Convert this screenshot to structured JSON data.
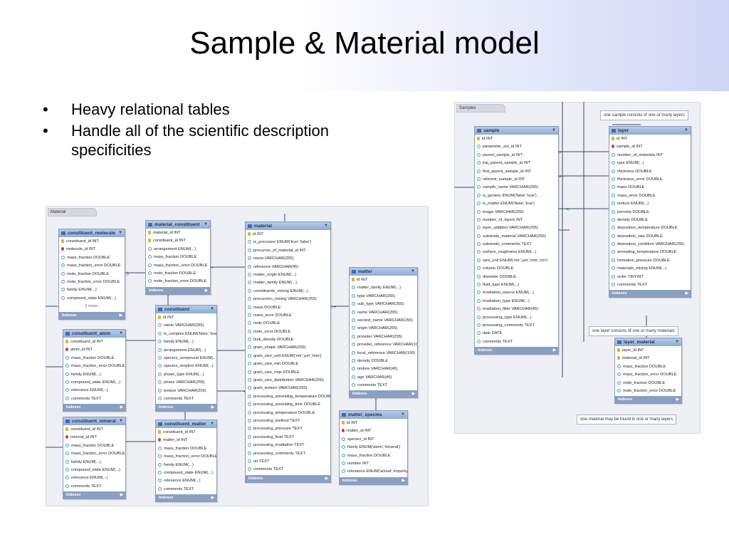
{
  "slide": {
    "title": "Sample & Material model",
    "bullets": [
      "Heavy relational tables",
      "Handle all of the scientific description specificities"
    ]
  },
  "material_diagram": {
    "pane_label": "Material",
    "tables": {
      "constituent_molecule": {
        "name": "constituent_molecule",
        "rows": [
          [
            "pk",
            "constituent_id INT"
          ],
          [
            "fk",
            "molecule_id INT"
          ],
          [
            "c",
            "mass_fraction DOUBLE"
          ],
          [
            "c",
            "mass_fraction_error DOUBLE"
          ],
          [
            "c",
            "mole_fraction DOUBLE"
          ],
          [
            "c",
            "mole_fraction_error DOUBLE"
          ],
          [
            "c",
            "family ENUM(...)"
          ],
          [
            "c",
            "compound_state ENUM(...)"
          ]
        ],
        "more": "2 more...",
        "footer": "Indexes"
      },
      "material_constituent": {
        "name": "material_constituent",
        "rows": [
          [
            "pk",
            "material_id INT"
          ],
          [
            "pk",
            "constituent_id INT"
          ],
          [
            "c",
            "arrangement ENUM(...)"
          ],
          [
            "c",
            "mass_fraction DOUBLE"
          ],
          [
            "c",
            "mass_fraction_error DOUBLE"
          ],
          [
            "c",
            "mole_fraction DOUBLE"
          ],
          [
            "c",
            "mole_fraction_error DOUBLE"
          ]
        ],
        "footer": "Indexes"
      },
      "material": {
        "name": "material",
        "rows": [
          [
            "pk",
            "id INT"
          ],
          [
            "c",
            "is_precursor ENUM('true','false')"
          ],
          [
            "c",
            "precursor_of_material_id INT"
          ],
          [
            "c",
            "name VARCHAR(255)"
          ],
          [
            "c",
            "reference VARCHAR(45)"
          ],
          [
            "c",
            "matter_origin ENUM(...)"
          ],
          [
            "c",
            "matter_family ENUM(...)"
          ],
          [
            "c",
            "constituents_mixing ENUM(...)"
          ],
          [
            "c",
            "precursors_mixing VARCHAR(255)"
          ],
          [
            "c",
            "mass DOUBLE"
          ],
          [
            "c",
            "mass_error DOUBLE"
          ],
          [
            "c",
            "mole DOUBLE"
          ],
          [
            "c",
            "mole_error DOUBLE"
          ],
          [
            "c",
            "bulk_density DOUBLE"
          ],
          [
            "c",
            "grain_shape VARCHAR(255)"
          ],
          [
            "c",
            "grain_size_unit ENUM('nm','µm','mm')"
          ],
          [
            "c",
            "grain_size_min DOUBLE"
          ],
          [
            "c",
            "grain_size_max DOUBLE"
          ],
          [
            "c",
            "grain_size_distribution VARCHAR(255)"
          ],
          [
            "c",
            "grain_texture VARCHAR(255)"
          ],
          [
            "c",
            "processing_annealing_temperature DOUBLE"
          ],
          [
            "c",
            "processing_annealing_time DOUBLE"
          ],
          [
            "c",
            "processing_temperature DOUBLE"
          ],
          [
            "c",
            "processing_method TEXT"
          ],
          [
            "c",
            "processing_pressure TEXT"
          ],
          [
            "c",
            "processing_fluid TEXT"
          ],
          [
            "c",
            "processing_irradiation TEXT"
          ],
          [
            "c",
            "processing_comments TEXT"
          ],
          [
            "c",
            "url TEXT"
          ],
          [
            "c",
            "comments TEXT"
          ]
        ],
        "footer": "Indexes"
      },
      "constituent": {
        "name": "constituent",
        "rows": [
          [
            "pk",
            "id INT"
          ],
          [
            "c",
            "name VARCHAR(255)"
          ],
          [
            "c",
            "is_complex ENUM('false','true')"
          ],
          [
            "c",
            "family ENUM(...)"
          ],
          [
            "c",
            "arrangement ENUM(...)"
          ],
          [
            "c",
            "species_compound ENUM(...)"
          ],
          [
            "c",
            "species_sorption ENUM(...)"
          ],
          [
            "c",
            "phase_type ENUM(...)"
          ],
          [
            "c",
            "phase VARCHAR(255)"
          ],
          [
            "c",
            "texture VARCHAR(255)"
          ],
          [
            "c",
            "comments TEXT"
          ]
        ],
        "footer": "Indexes"
      },
      "constituent_atom": {
        "name": "constituent_atom",
        "rows": [
          [
            "pk",
            "constituent_id INT"
          ],
          [
            "fk",
            "atom_id INT"
          ],
          [
            "c",
            "mass_fraction DOUBLE"
          ],
          [
            "c",
            "mass_fraction_error DOUBLE"
          ],
          [
            "c",
            "family ENUM(...)"
          ],
          [
            "c",
            "compound_state ENUM(...)"
          ],
          [
            "c",
            "relevance ENUM(...)"
          ],
          [
            "c",
            "comments TEXT"
          ]
        ],
        "footer": "Indexes"
      },
      "constituent_mineral": {
        "name": "constituent_mineral",
        "rows": [
          [
            "pk",
            "constituent_id INT"
          ],
          [
            "fk",
            "mineral_id INT"
          ],
          [
            "c",
            "mass_fraction DOUBLE"
          ],
          [
            "c",
            "mass_fraction_error DOUBLE"
          ],
          [
            "c",
            "family ENUM(...)"
          ],
          [
            "c",
            "compound_state ENUM(...)"
          ],
          [
            "c",
            "relevance ENUM(...)"
          ],
          [
            "c",
            "comments TEXT"
          ]
        ],
        "footer": "Indexes"
      },
      "constituent_matter": {
        "name": "constituent_matter",
        "rows": [
          [
            "pk",
            "constituent_id INT"
          ],
          [
            "fk",
            "matter_id INT"
          ],
          [
            "c",
            "mass_fraction DOUBLE"
          ],
          [
            "c",
            "mass_fraction_error DOUBLE"
          ],
          [
            "c",
            "family ENUM(...)"
          ],
          [
            "c",
            "compound_state ENUM(...)"
          ],
          [
            "c",
            "relevance ENUM(...)"
          ],
          [
            "c",
            "comments TEXT"
          ]
        ],
        "footer": "Indexes"
      },
      "matter": {
        "name": "matter",
        "rows": [
          [
            "pk",
            "id INT"
          ],
          [
            "c",
            "matter_family ENUM(...)"
          ],
          [
            "c",
            "type VARCHAR(255)"
          ],
          [
            "c",
            "sub_type VARCHAR(255)"
          ],
          [
            "c",
            "name VARCHAR(255)"
          ],
          [
            "c",
            "second_name VARCHAR(255)"
          ],
          [
            "c",
            "origin VARCHAR(255)"
          ],
          [
            "c",
            "provider VARCHAR(255)"
          ],
          [
            "c",
            "provider_reference VARCHAR(100)"
          ],
          [
            "c",
            "local_reference VARCHAR(100)"
          ],
          [
            "c",
            "density DOUBLE"
          ],
          [
            "c",
            "texture VARCHAR(45)"
          ],
          [
            "c",
            "age VARCHAR(45)"
          ],
          [
            "c",
            "comments TEXT"
          ]
        ],
        "footer": "Indexes"
      },
      "matter_species": {
        "name": "matter_species",
        "rows": [
          [
            "pk",
            "id INT"
          ],
          [
            "fk",
            "matter_id INT"
          ],
          [
            "c",
            "species_id INT"
          ],
          [
            "c",
            "family ENUM('atom','mineral')"
          ],
          [
            "c",
            "mass_fraction DOUBLE"
          ],
          [
            "c",
            "number INT"
          ],
          [
            "c",
            "relevance ENUM('actual','impurity')"
          ]
        ],
        "footer": "Indexes"
      }
    }
  },
  "samples_diagram": {
    "pane_label": "Samples",
    "notes": [
      "one sample consists of one or many layers",
      "one layer consists of one or many materials",
      "one material may be found in one or many layers"
    ],
    "tables": {
      "sample": {
        "name": "sample",
        "rows": [
          [
            "pk",
            "id INT"
          ],
          [
            "c",
            "parameter_set_id INT"
          ],
          [
            "c",
            "parent_sample_id INT"
          ],
          [
            "c",
            "top_parent_sample_id INT"
          ],
          [
            "c",
            "first_parent_sample_id INT"
          ],
          [
            "c",
            "referent_sample_id INT"
          ],
          [
            "c",
            "sample_name VARCHAR(255)"
          ],
          [
            "c",
            "is_generic ENUM('false','true')"
          ],
          [
            "c",
            "is_matter ENUM('false','true')"
          ],
          [
            "c",
            "image VARCHAR(255)"
          ],
          [
            "c",
            "number_of_layers INT"
          ],
          [
            "c",
            "layer_addition VARCHAR(255)"
          ],
          [
            "c",
            "substrate_material VARCHAR(255)"
          ],
          [
            "c",
            "substrate_comments TEXT"
          ],
          [
            "c",
            "surface_roughness ENUM(...)"
          ],
          [
            "c",
            "size_unit ENUM('nm','µm','mm','cm')"
          ],
          [
            "c",
            "volume DOUBLE"
          ],
          [
            "c",
            "diameter DOUBLE"
          ],
          [
            "c",
            "fluid_type ENUM(...)"
          ],
          [
            "c",
            "irradiation_source ENUM(...)"
          ],
          [
            "c",
            "irradiation_type ENUM(...)"
          ],
          [
            "c",
            "irradiation_filter VARCHAR(45)"
          ],
          [
            "c",
            "processing_type ENUM(...)"
          ],
          [
            "c",
            "processing_comments TEXT"
          ],
          [
            "c",
            "date DATE"
          ],
          [
            "c",
            "comments TEXT"
          ]
        ],
        "footer": "Indexes"
      },
      "layer": {
        "name": "layer",
        "rows": [
          [
            "pk",
            "id INT"
          ],
          [
            "fk",
            "sample_id INT"
          ],
          [
            "c",
            "number_of_materials INT"
          ],
          [
            "c",
            "type ENUM(...)"
          ],
          [
            "c",
            "thickness DOUBLE"
          ],
          [
            "c",
            "thickness_error DOUBLE"
          ],
          [
            "c",
            "mass DOUBLE"
          ],
          [
            "c",
            "mass_error DOUBLE"
          ],
          [
            "c",
            "texture ENUM(...)"
          ],
          [
            "c",
            "porosity DOUBLE"
          ],
          [
            "c",
            "density DOUBLE"
          ],
          [
            "c",
            "deposition_temperature DOUBLE"
          ],
          [
            "c",
            "deposition_rate DOUBLE"
          ],
          [
            "c",
            "deposition_condition VARCHAR(255)"
          ],
          [
            "c",
            "annealing_temperature DOUBLE"
          ],
          [
            "c",
            "formation_pressure DOUBLE"
          ],
          [
            "c",
            "materials_mixing ENUM(...)"
          ],
          [
            "c",
            "order TINYINT"
          ],
          [
            "c",
            "comments TEXT"
          ]
        ],
        "footer": "Indexes"
      },
      "layer_material": {
        "name": "layer_material",
        "rows": [
          [
            "pk",
            "layer_id INT"
          ],
          [
            "pk",
            "material_id INT"
          ],
          [
            "c",
            "mass_fraction DOUBLE"
          ],
          [
            "c",
            "mass_fraction_error DOUBLE"
          ],
          [
            "c",
            "mole_fraction DOUBLE"
          ],
          [
            "c",
            "mole_fraction_error DOUBLE"
          ]
        ],
        "footer": "Indexes"
      }
    }
  }
}
